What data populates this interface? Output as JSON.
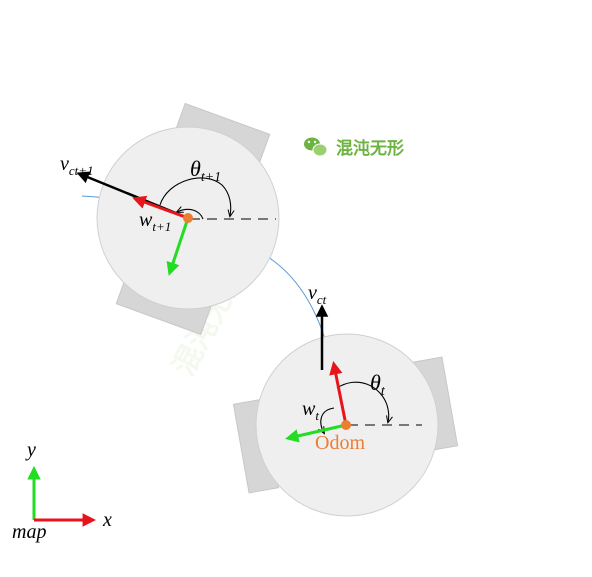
{
  "watermark": {
    "text": "混沌无形",
    "icon": "wechat-icon",
    "color": "#6db33f"
  },
  "robot_t1": {
    "velocity": {
      "base": "v",
      "sub": "ct+1"
    },
    "angular": {
      "base": "w",
      "sub": "t+1"
    },
    "heading": {
      "base": "θ",
      "sub": "t+1"
    }
  },
  "robot_t": {
    "velocity": {
      "base": "v",
      "sub": "ct"
    },
    "angular": {
      "base": "w",
      "sub": "t"
    },
    "heading": {
      "base": "θ",
      "sub": "t"
    },
    "frame_label": "Odom"
  },
  "map_frame": {
    "x_label": "x",
    "y_label": "y",
    "name": "map"
  },
  "colors": {
    "body": "#efefef",
    "wheel": "#d6d6d6",
    "red_axis": "#e8141b",
    "green_axis": "#22dd22",
    "odom": "#ed7d31",
    "trajectory": "#5b9bd5"
  }
}
